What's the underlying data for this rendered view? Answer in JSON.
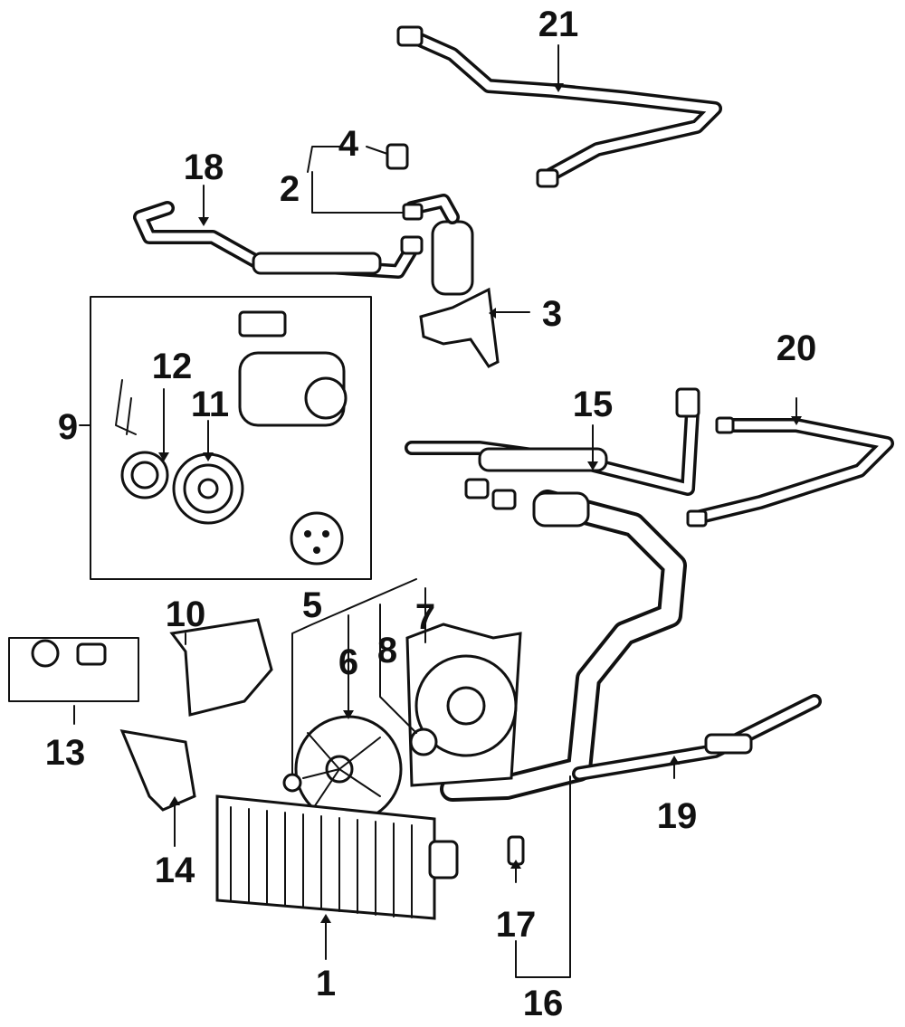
{
  "callouts": [
    {
      "id": "c1",
      "label": "1"
    },
    {
      "id": "c2",
      "label": "2"
    },
    {
      "id": "c3",
      "label": "3"
    },
    {
      "id": "c4",
      "label": "4"
    },
    {
      "id": "c5",
      "label": "5"
    },
    {
      "id": "c6",
      "label": "6"
    },
    {
      "id": "c7",
      "label": "7"
    },
    {
      "id": "c8",
      "label": "8"
    },
    {
      "id": "c9",
      "label": "9"
    },
    {
      "id": "c10",
      "label": "10"
    },
    {
      "id": "c11",
      "label": "11"
    },
    {
      "id": "c12",
      "label": "12"
    },
    {
      "id": "c13",
      "label": "13"
    },
    {
      "id": "c14",
      "label": "14"
    },
    {
      "id": "c15",
      "label": "15"
    },
    {
      "id": "c16",
      "label": "16"
    },
    {
      "id": "c17",
      "label": "17"
    },
    {
      "id": "c18",
      "label": "18"
    },
    {
      "id": "c19",
      "label": "19"
    },
    {
      "id": "c20",
      "label": "20"
    },
    {
      "id": "c21",
      "label": "21"
    }
  ],
  "colors": {
    "ink": "#111111",
    "paper": "#ffffff"
  }
}
